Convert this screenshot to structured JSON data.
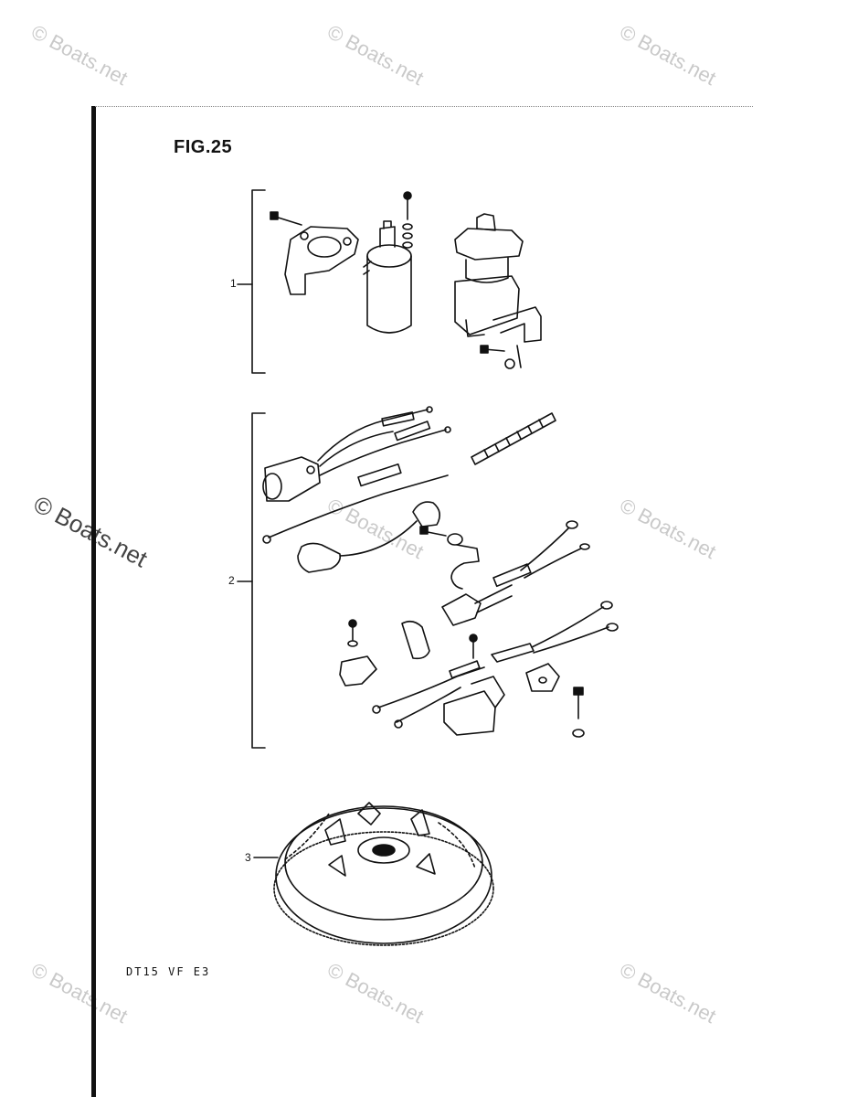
{
  "figure": {
    "title": "FIG.25",
    "model_code": "DT15 VF E3"
  },
  "callouts": [
    {
      "number": "1"
    },
    {
      "number": "2"
    },
    {
      "number": "3"
    }
  ],
  "watermarks": [
    {
      "text": "© Boats.net"
    },
    {
      "text": "© Boats.net"
    },
    {
      "text": "© Boats.net"
    },
    {
      "text": "© Boats.net"
    },
    {
      "text": "© Boats.net"
    },
    {
      "text": "© Boats.net"
    },
    {
      "text": "© Boats.net"
    },
    {
      "text": "© Boats.net"
    },
    {
      "text": "© Boats.net"
    }
  ],
  "colors": {
    "ink": "#111111",
    "watermark": "#c9c9c9",
    "background": "#ffffff"
  }
}
